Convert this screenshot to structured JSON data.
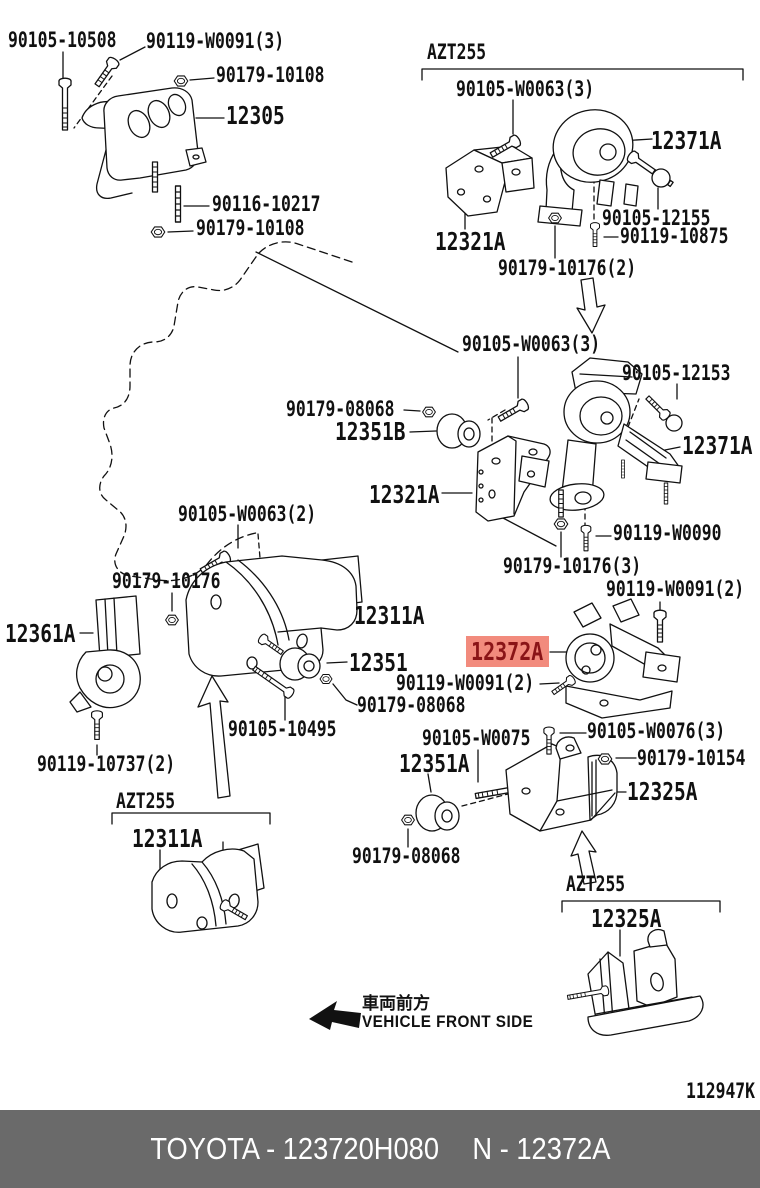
{
  "colors": {
    "line": "#111111",
    "highlight-bg": "#f28b7d",
    "highlight-fg": "#8a1417",
    "footer-bg": "#6a6a6a",
    "footer-fg": "#ffffff"
  },
  "diagram": {
    "code": "112947K",
    "front_jp": "車両前方",
    "front_en": "VEHICLE FRONT SIDE",
    "highlight": {
      "text": "12372A"
    },
    "labels": [
      {
        "text": "90105-10508"
      },
      {
        "text": "90119-W0091(3)"
      },
      {
        "text": "90179-10108"
      },
      {
        "text": "90116-10217"
      },
      {
        "text": "90179-10108"
      },
      {
        "text": "AZT255"
      },
      {
        "text": "90105-W0063(3)"
      },
      {
        "text": "90105-12155"
      },
      {
        "text": "90119-10875"
      },
      {
        "text": "90179-10176(2)"
      },
      {
        "text": "90105-W0063(3)"
      },
      {
        "text": "90105-12153"
      },
      {
        "text": "90179-08068"
      },
      {
        "text": "90119-W0090"
      },
      {
        "text": "90179-10176(3)"
      },
      {
        "text": "90105-W0063(2)"
      },
      {
        "text": "90179-10176"
      },
      {
        "text": "90119-W0091(2)"
      },
      {
        "text": "90119-W0091(2)"
      },
      {
        "text": "90179-08068"
      },
      {
        "text": "90105-10495"
      },
      {
        "text": "90119-10737(2)"
      },
      {
        "text": "90105-W0075"
      },
      {
        "text": "90105-W0076(3)"
      },
      {
        "text": "90179-10154"
      },
      {
        "text": "90179-08068"
      },
      {
        "text": "AZT255"
      },
      {
        "text": "AZT255"
      },
      {
        "text": "112947K"
      },
      {
        "text": "12305"
      },
      {
        "text": "12371A"
      },
      {
        "text": "12321A"
      },
      {
        "text": "12351B"
      },
      {
        "text": "12371A"
      },
      {
        "text": "12321A"
      },
      {
        "text": "12311A"
      },
      {
        "text": "12361A"
      },
      {
        "text": "12351"
      },
      {
        "text": "12351A"
      },
      {
        "text": "12325A"
      },
      {
        "text": "12325A"
      },
      {
        "text": "12311A"
      }
    ]
  },
  "footer": {
    "left": "TOYOTA - 123720H080",
    "right": "N - 12372A"
  }
}
